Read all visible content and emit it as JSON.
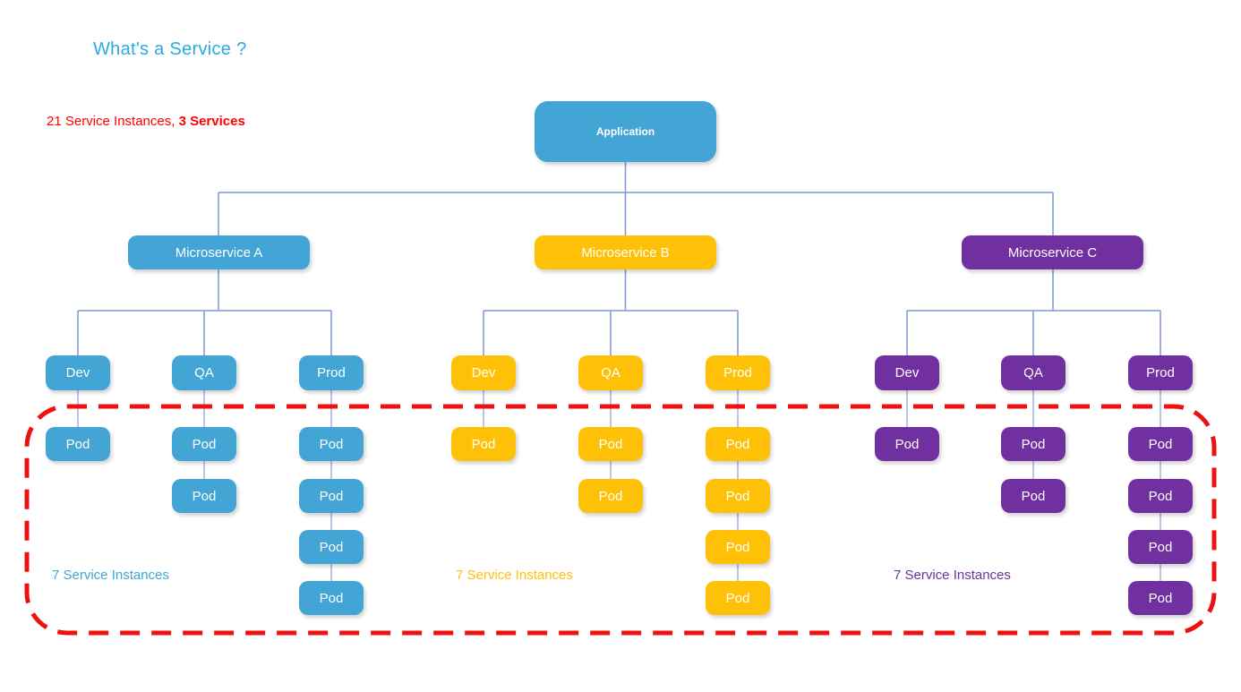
{
  "title": "What's a Service ?",
  "stats": {
    "prefix": "21 Service Instances, ",
    "bold": "3 Services"
  },
  "application": {
    "label": "Application"
  },
  "labels": {
    "dev": "Dev",
    "qa": "QA",
    "prod": "Prod",
    "pod": "Pod"
  },
  "services": [
    {
      "name": "Microservice A",
      "color": "#42A5D6",
      "instances_label": "7 Service Instances",
      "environments": [
        {
          "name": "Dev",
          "pods": 1
        },
        {
          "name": "QA",
          "pods": 2
        },
        {
          "name": "Prod",
          "pods": 4
        }
      ]
    },
    {
      "name": "Microservice B",
      "color": "#FFC107",
      "instances_label": "7 Service Instances",
      "environments": [
        {
          "name": "Dev",
          "pods": 1
        },
        {
          "name": "QA",
          "pods": 2
        },
        {
          "name": "Prod",
          "pods": 4
        }
      ]
    },
    {
      "name": "Microservice C",
      "color": "#7030A0",
      "instances_label": "7 Service Instances",
      "environments": [
        {
          "name": "Dev",
          "pods": 1
        },
        {
          "name": "QA",
          "pods": 2
        },
        {
          "name": "Prod",
          "pods": 4
        }
      ]
    }
  ],
  "colors": {
    "blue": "#42A5D6",
    "yellow": "#FFC107",
    "purple": "#7030A0",
    "titleText": "#29ABE2",
    "statsText": "#FF0000",
    "connector": "#7E96D6",
    "podConnector": "#9FB4E0",
    "dashedBorder": "#EE1111"
  }
}
